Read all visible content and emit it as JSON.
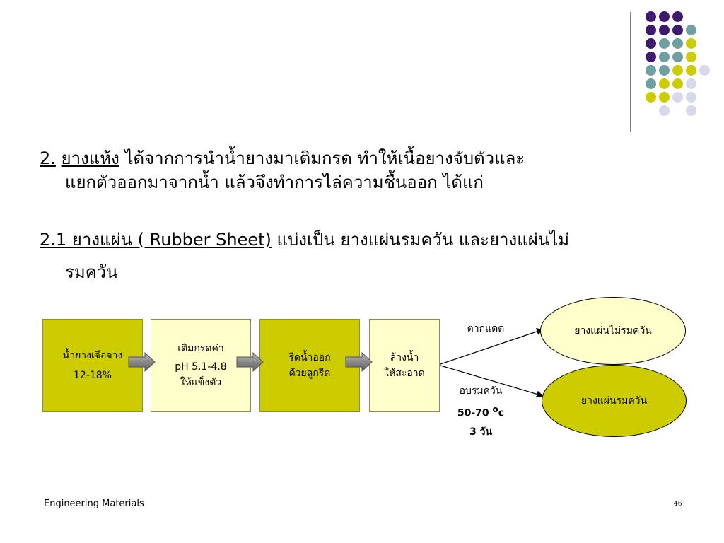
{
  "heading1": {
    "number": "2.",
    "term": "ยางแห้ง",
    "text_line1": " ได้จากการนำน้ำยางมาเติมกรด ทำให้เนื้อยางจับตัวและ",
    "text_line2": "แยกตัวออกมาจากน้ำ แล้วจึงทำการไล่ความชื้นออก ได้แก่"
  },
  "heading2": {
    "underlined": "2.1 ยางแผ่น ( Rubber Sheet)",
    "text_line1": " แบ่งเป็น ยางแผ่นรมควัน และยางแผ่นไม่",
    "text_line2": "รมควัน"
  },
  "flow": {
    "step1": {
      "line1": "น้ำยางเจือจาง",
      "line2": "12-18%"
    },
    "step2": {
      "line1": "เติมกรดค่า",
      "line2": "pH 5.1-4.8",
      "line3": "ให้แข็งตัว"
    },
    "step3": {
      "line1": "รีดน้ำออก",
      "line2": "ด้วยลูกรีด"
    },
    "step4": {
      "line1": "ล้างน้ำ",
      "line2": "ให้สะอาด"
    },
    "upper_label": "ตากแดด",
    "lower_label": {
      "line1": "อบรมควัน",
      "line2_value": "50-70",
      "line2_unit": "o",
      "line2_suffix": "c",
      "line3": "3 วัน"
    },
    "result_unsmoked": "ยางแผ่นไม่รมควัน",
    "result_smoked": "ยางแผ่นรมควัน"
  },
  "footer": {
    "course": "Engineering Materials",
    "page": "46"
  },
  "colors": {
    "olive": "#cccc00",
    "cream": "#ffffcc",
    "purple": "#3d1a6e",
    "teal": "#6f9fa0",
    "lavender": "#d8d8ec"
  }
}
